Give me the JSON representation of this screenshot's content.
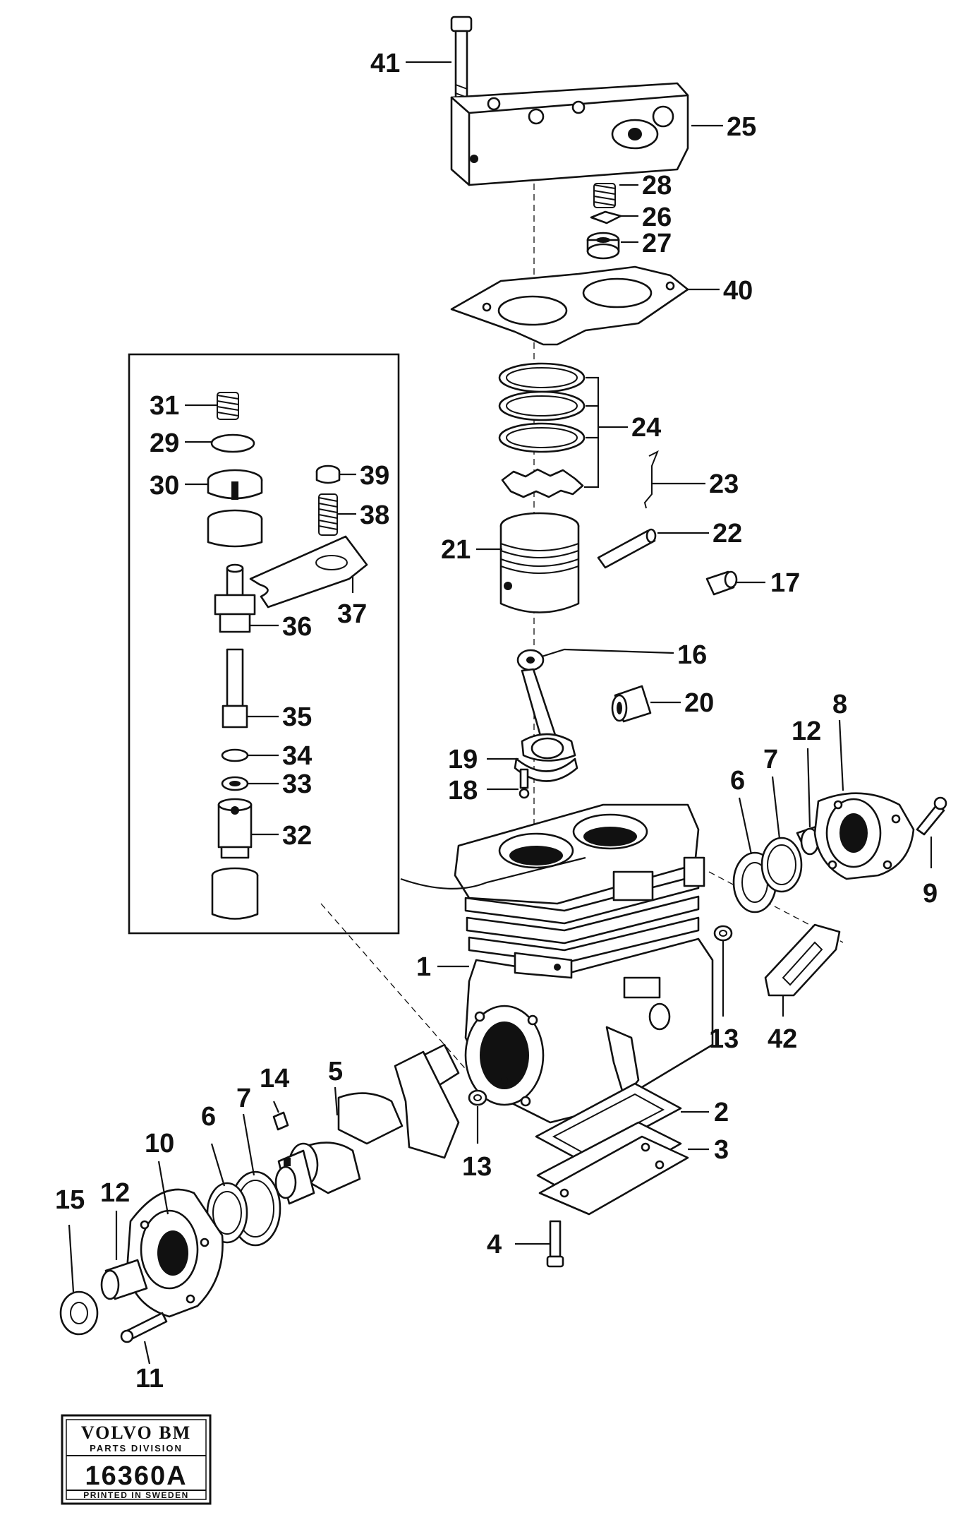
{
  "callouts": {
    "c1": "1",
    "c2": "2",
    "c3": "3",
    "c4": "4",
    "c5": "5",
    "c6a": "6",
    "c6b": "6",
    "c7a": "7",
    "c7b": "7",
    "c8": "8",
    "c9": "9",
    "c10": "10",
    "c11": "11",
    "c12a": "12",
    "c12b": "12",
    "c13a": "13",
    "c13b": "13",
    "c14": "14",
    "c15": "15",
    "c16": "16",
    "c17": "17",
    "c18": "18",
    "c19": "19",
    "c20": "20",
    "c21": "21",
    "c22": "22",
    "c23": "23",
    "c24": "24",
    "c25": "25",
    "c26": "26",
    "c27": "27",
    "c28": "28",
    "c29": "29",
    "c30": "30",
    "c31": "31",
    "c32": "32",
    "c33": "33",
    "c34": "34",
    "c35": "35",
    "c36": "36",
    "c37": "37",
    "c38": "38",
    "c39": "39",
    "c40": "40",
    "c41": "41",
    "c42": "42"
  },
  "stamp": {
    "brand": "VOLVO BM",
    "division": "PARTS DIVISION",
    "number": "16360A",
    "printed": "PRINTED IN SWEDEN"
  }
}
